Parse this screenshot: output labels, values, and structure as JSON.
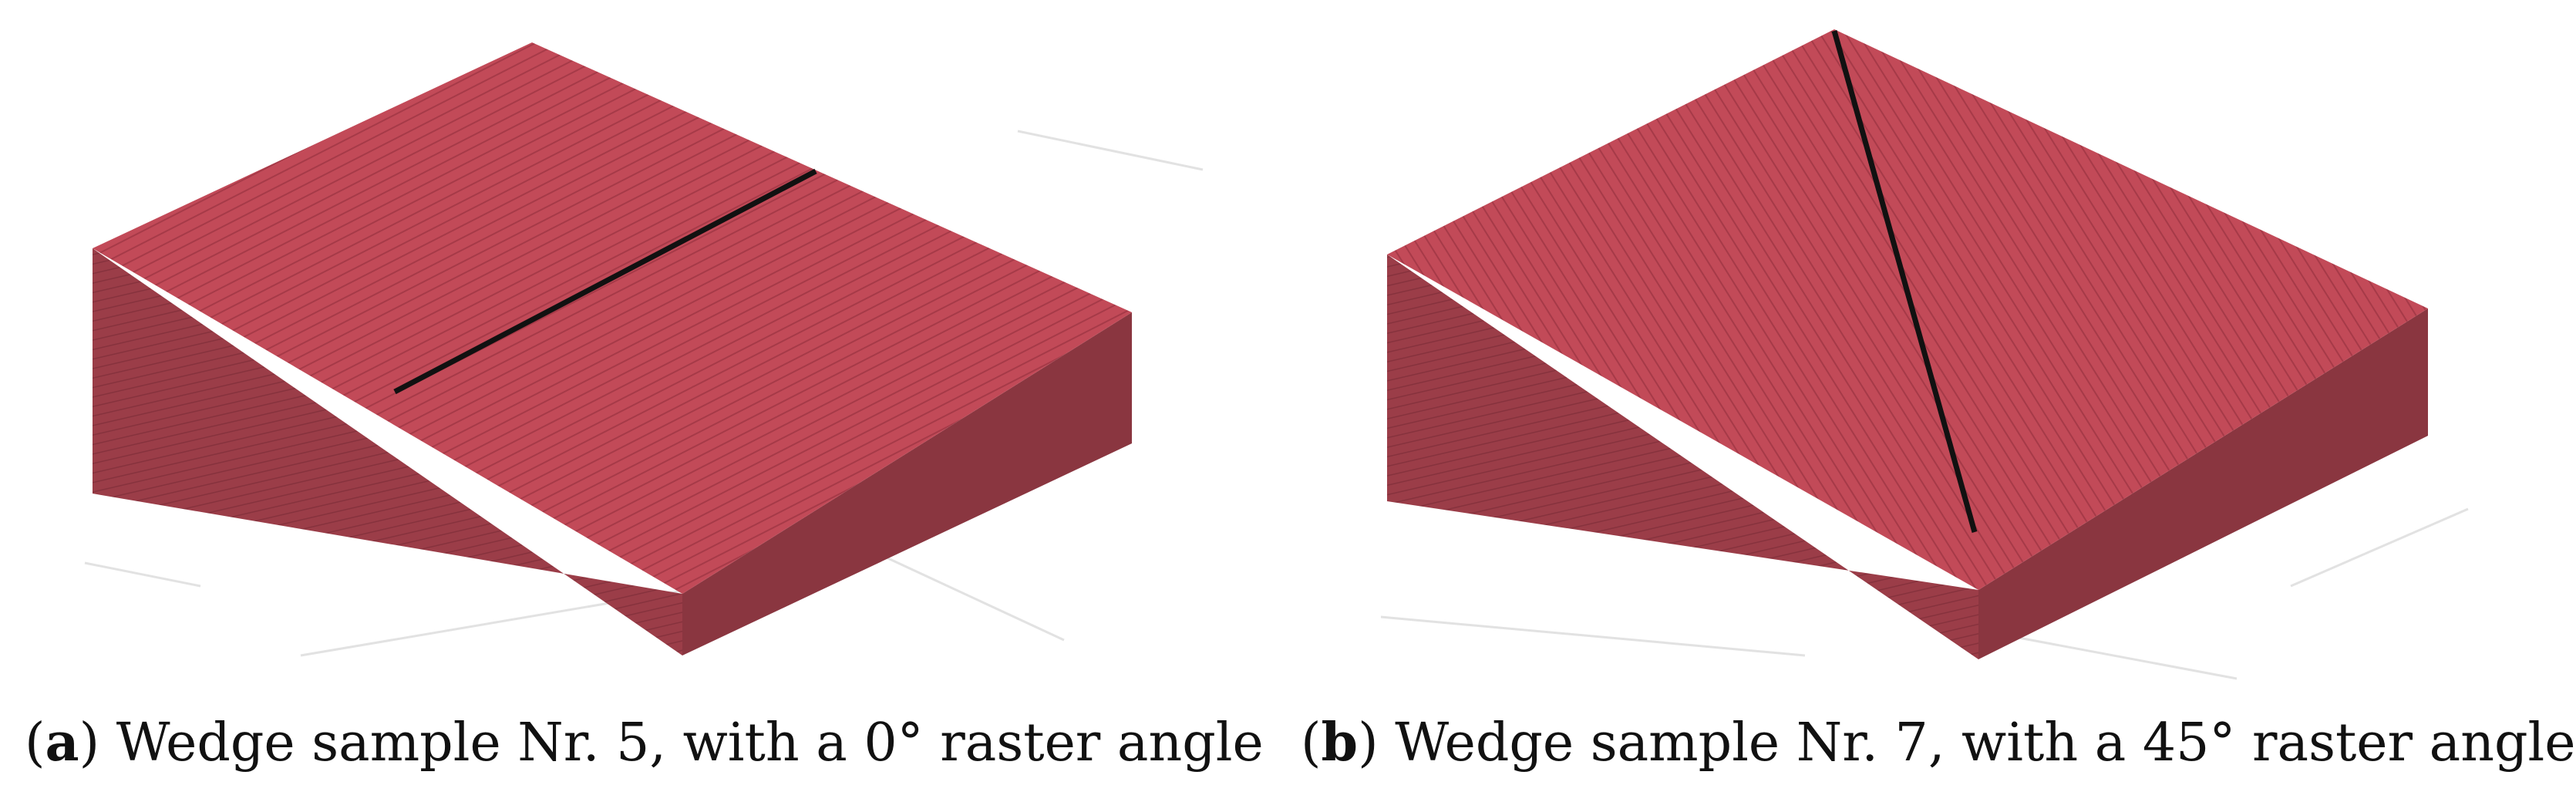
{
  "figure": {
    "panels": [
      {
        "label": "a",
        "caption_text": "Wedge sample Nr. 5, with a 0° raster angle",
        "raster_angle_deg": 0
      },
      {
        "label": "b",
        "caption_text": "Wedge sample Nr. 7, with a 45° raster angle",
        "raster_angle_deg": 45
      }
    ]
  },
  "colors": {
    "top_face": "#c24a58",
    "top_face_lines": "#a63a48",
    "side_face": "#9b3d48",
    "side_face_lines": "#86323d",
    "front_face": "#8a3640",
    "cut_line": "#111111",
    "floor_grid": "#e2e2e2"
  }
}
